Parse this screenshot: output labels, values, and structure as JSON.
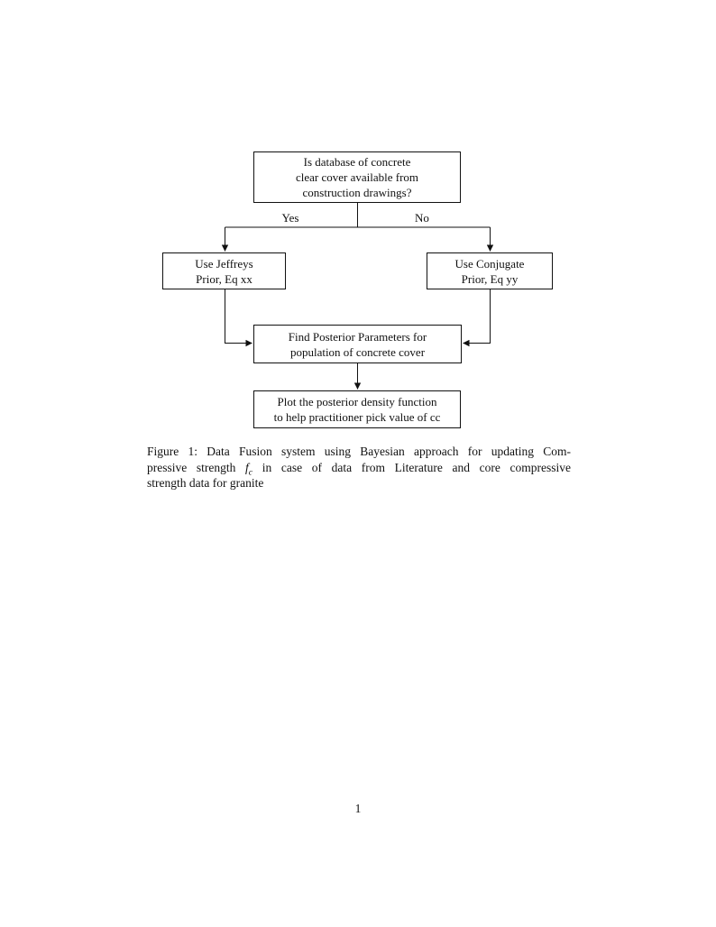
{
  "page": {
    "number": "1"
  },
  "flowchart": {
    "nodes": {
      "question": {
        "label": "Is database of concrete\nclear cover available from\nconstruction drawings?"
      },
      "jeffreys": {
        "label": "Use Jeffreys\nPrior, Eq xx"
      },
      "conjugate": {
        "label": "Use Conjugate\nPrior, Eq yy"
      },
      "posterior": {
        "label": "Find Posterior Parameters for\npopulation of concrete cover"
      },
      "plot": {
        "label": "Plot the posterior density function\nto help practitioner pick value of cc"
      }
    },
    "branches": {
      "yes": "Yes",
      "no": "No"
    }
  },
  "caption": {
    "line1": "Figure 1: Data Fusion system using Bayesian approach for updating Com-",
    "line2_pre": "pressive strength ",
    "math_var": "f",
    "math_sub": "c",
    "line2_post": " in case of data from Literature and core compressive",
    "line3": "strength data for granite"
  },
  "colors": {
    "ink": "#111111",
    "background": "#ffffff"
  }
}
